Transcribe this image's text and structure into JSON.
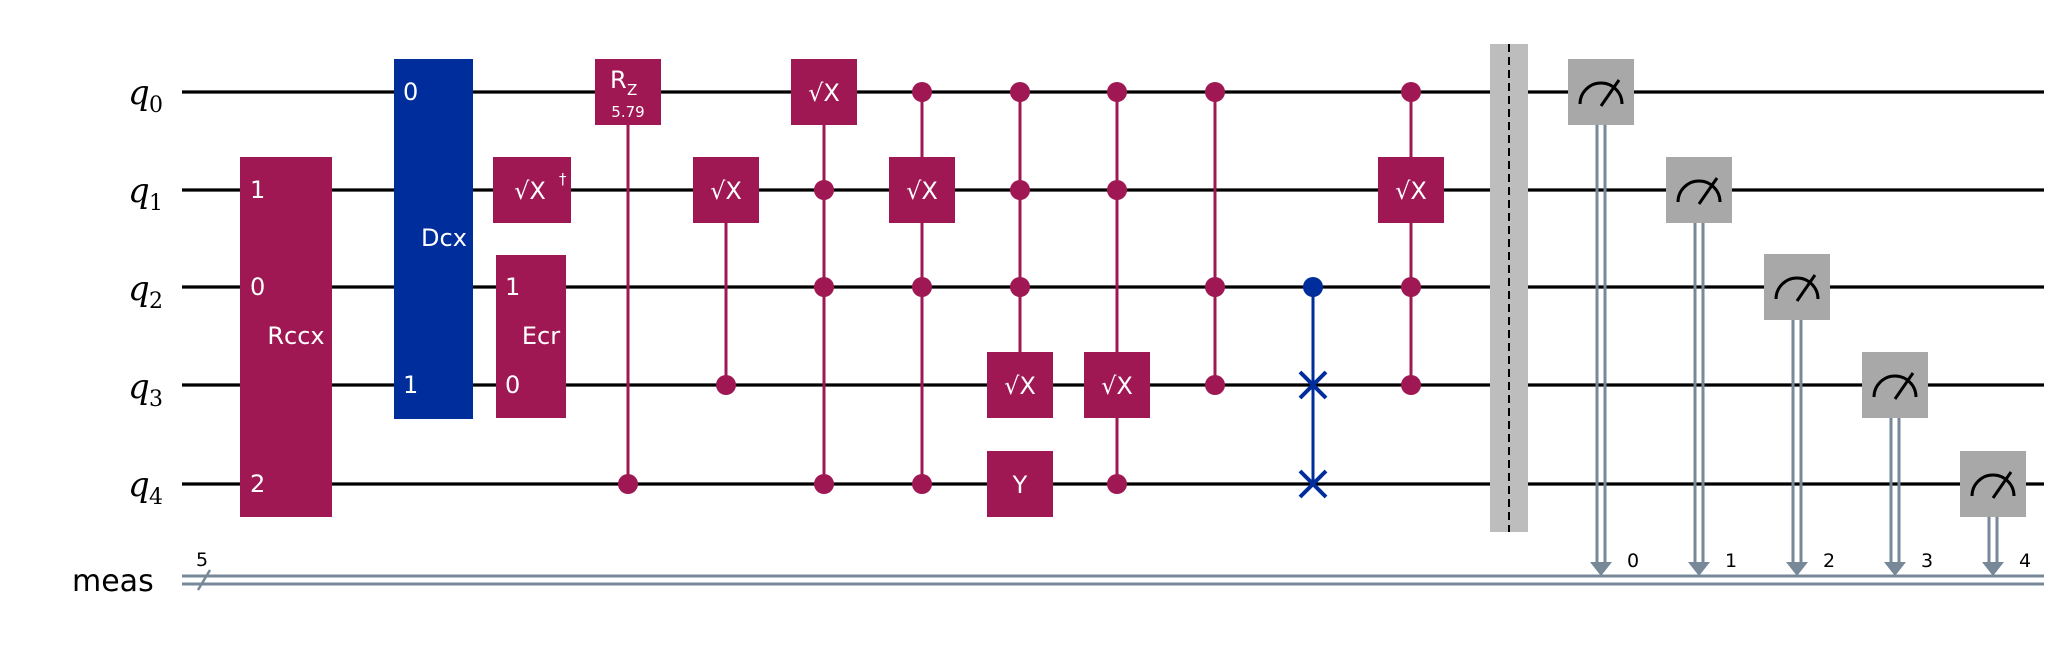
{
  "colors": {
    "gate": "#9F1853",
    "dcx": "#002D9C",
    "swap": "#002D9C",
    "measure": "#A8A8A8",
    "barrier": "#BDBDBD",
    "classical": "#778899"
  },
  "qubits": [
    {
      "name": "q",
      "index": "0"
    },
    {
      "name": "q",
      "index": "1"
    },
    {
      "name": "q",
      "index": "2"
    },
    {
      "name": "q",
      "index": "3"
    },
    {
      "name": "q",
      "index": "4"
    }
  ],
  "classical_register": {
    "label": "meas",
    "size": "5"
  },
  "gates": {
    "rccx": {
      "label": "Rccx",
      "pins": [
        "1",
        "0",
        "2"
      ]
    },
    "dcx": {
      "label": "Dcx",
      "pins": [
        "0",
        "1"
      ]
    },
    "sxdg": {
      "label": "√X",
      "sup": "†"
    },
    "ecr": {
      "label": "Ecr",
      "pins": [
        "1",
        "0"
      ]
    },
    "rz": {
      "label": "R",
      "sub": "Z",
      "param": "5.79"
    },
    "sx": {
      "label": "√X"
    },
    "y": {
      "label": "Y"
    }
  },
  "measure_bits": [
    "0",
    "1",
    "2",
    "3",
    "4"
  ]
}
